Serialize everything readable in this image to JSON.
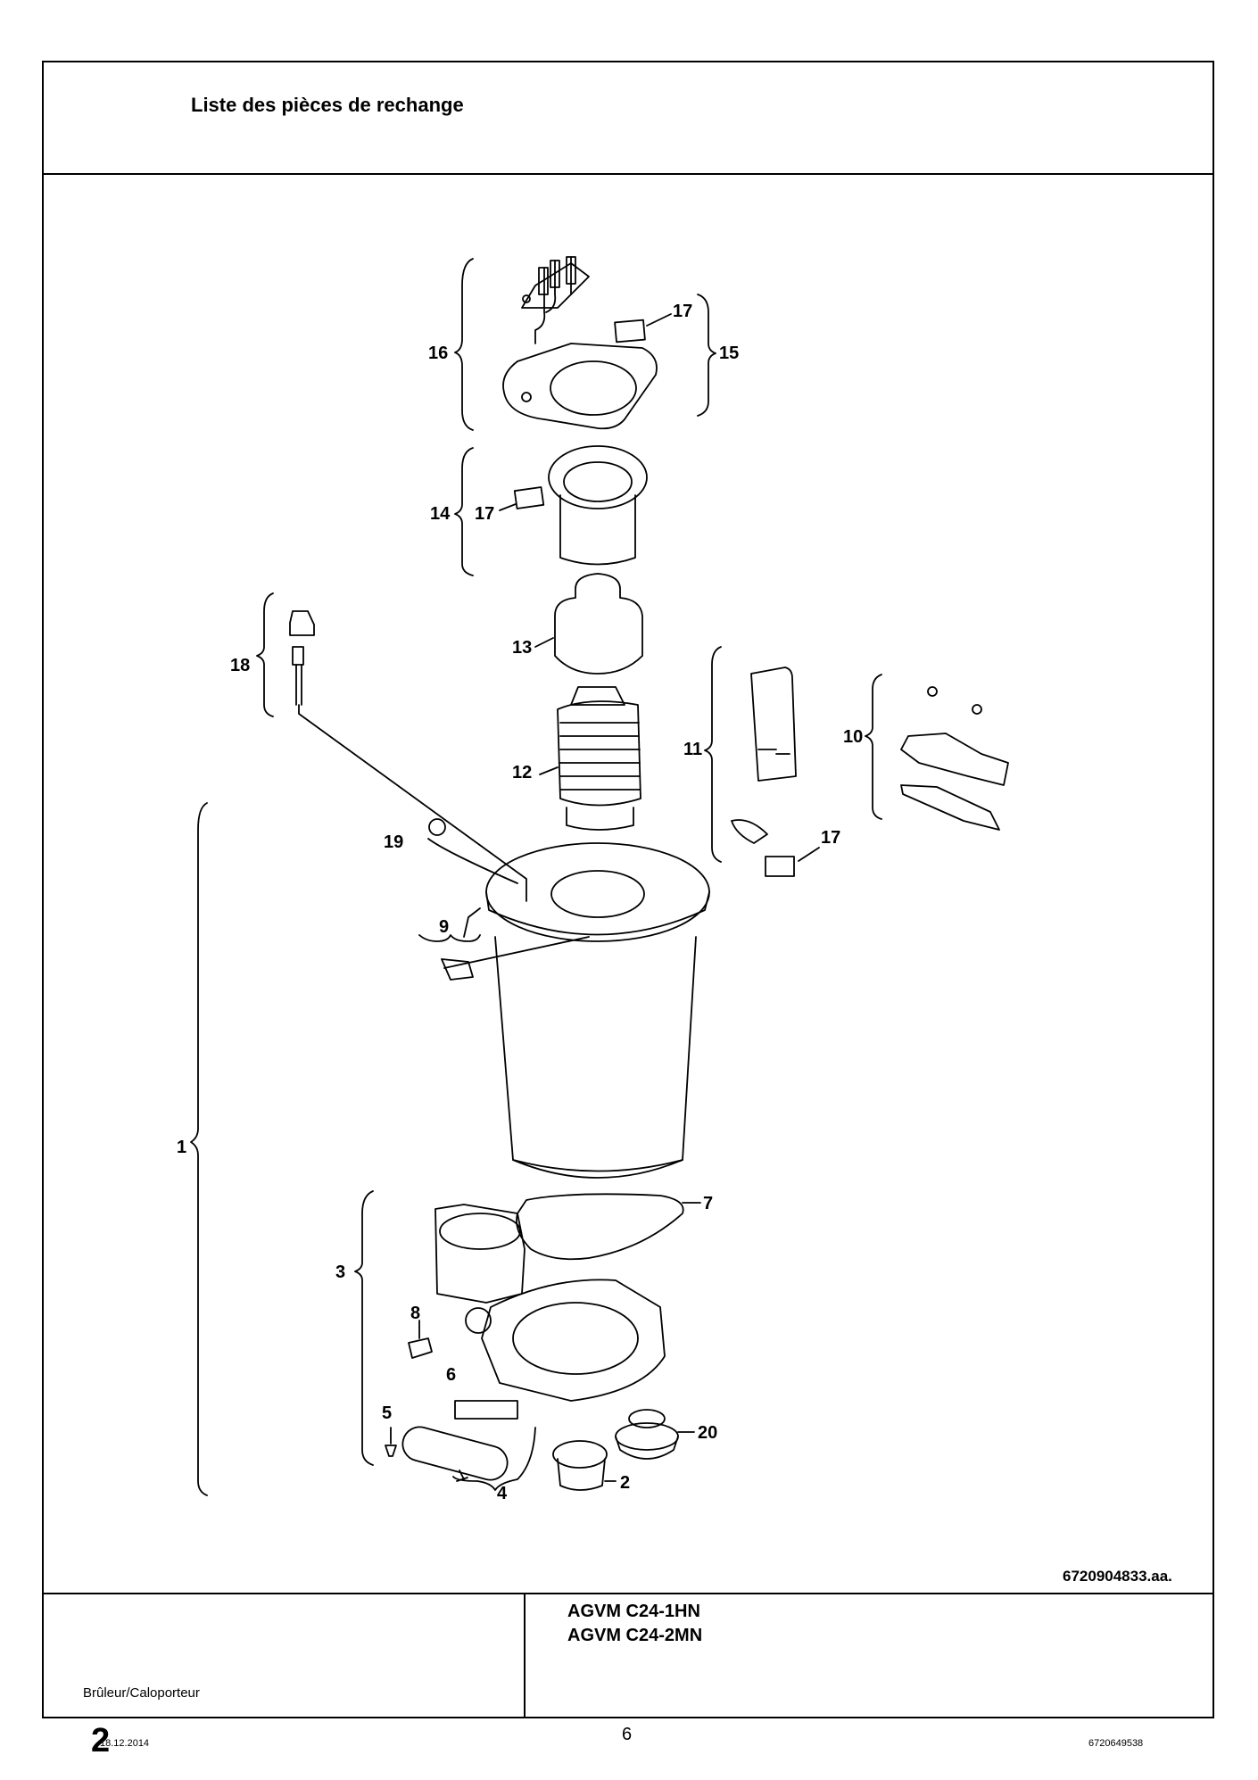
{
  "header": {
    "title": "Liste des pièces de rechange"
  },
  "figure_ref": "6720904833.aa.",
  "section": {
    "number": "2",
    "label": "Brûleur/Caloporteur"
  },
  "models": [
    "AGVM C24-1HN",
    "AGVM C24-2MN"
  ],
  "footer": {
    "date": "18.12.2014",
    "page": "6",
    "doc_number": "6720649538"
  },
  "callouts": [
    "1",
    "2",
    "3",
    "4",
    "5",
    "6",
    "7",
    "8",
    "9",
    "10",
    "11",
    "12",
    "13",
    "14",
    "15",
    "16",
    "17",
    "17",
    "17",
    "18",
    "19",
    "20"
  ]
}
